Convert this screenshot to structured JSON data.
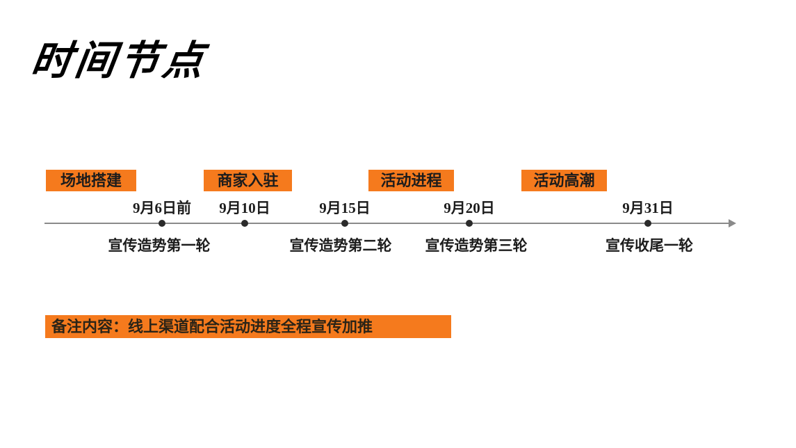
{
  "slide": {
    "title": "时间节点",
    "footer_note": "备注内容：线上渠道配合活动进度全程宣传加推"
  },
  "colors": {
    "accent": "#F57A1D",
    "line": "#8A8A8A",
    "ink": "#1C1C1C"
  },
  "timeline": {
    "phases": [
      {
        "label": "场地搭建"
      },
      {
        "label": "商家入驻"
      },
      {
        "label": "活动进程"
      },
      {
        "label": "活动高潮"
      }
    ],
    "milestones": [
      {
        "date": "9月6日前"
      },
      {
        "date": "9月10日"
      },
      {
        "date": "9月15日"
      },
      {
        "date": "9月20日"
      },
      {
        "date": "9月31日"
      }
    ],
    "round_notes": [
      {
        "label": "宣传造势第一轮"
      },
      {
        "label": "宣传造势第二轮"
      },
      {
        "label": "宣传造势第三轮"
      },
      {
        "label": "宣传收尾一轮"
      }
    ]
  }
}
